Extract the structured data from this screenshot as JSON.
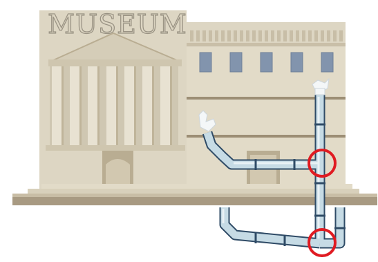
{
  "building": {
    "sign_text": "MUSEUM",
    "colors": {
      "wall": "#ddd6c3",
      "wall_dark": "#cfc7b2",
      "column_shadow": "#c6bca3",
      "trim": "#a89a82",
      "ground": "#a89a82",
      "window": "#8294ad",
      "door": "#c9bea4",
      "background": "#ffffff"
    }
  },
  "pipes": {
    "colors": {
      "fill": "#c6dbe5",
      "outline": "#2f4b66",
      "joint": "#2f4b66",
      "faucet": "#f4f7f8"
    }
  },
  "markers": {
    "color": "#e01b22",
    "items": [
      {
        "label": "leak-joint-upper"
      },
      {
        "label": "leak-joint-lower"
      }
    ]
  }
}
